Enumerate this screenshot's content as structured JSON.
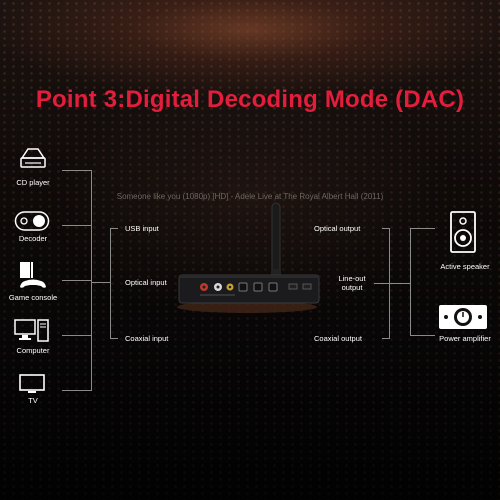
{
  "title": "Point 3:Digital Decoding Mode (DAC)",
  "caption": "Someone like you (1080p) [HD] - Adele Live at The Royal Albert Hall (2011)",
  "sources": [
    {
      "label": "CD player",
      "icon": "cd-player-icon"
    },
    {
      "label": "Decoder",
      "icon": "decoder-icon"
    },
    {
      "label": "Game console",
      "icon": "game-console-icon"
    },
    {
      "label": "Computer",
      "icon": "computer-icon"
    },
    {
      "label": "TV",
      "icon": "tv-icon"
    }
  ],
  "inputs": {
    "usb": "USB input",
    "optical": "Optical input",
    "coaxial": "Coaxial input"
  },
  "outputs": {
    "optical": "Optical output",
    "lineout": "Line-out output",
    "coaxial": "Coaxial output"
  },
  "targets": [
    {
      "label": "Active speaker",
      "icon": "speaker-icon"
    },
    {
      "label": "Power amplifier",
      "icon": "amplifier-icon"
    }
  ],
  "colors": {
    "accent": "#e31e3c",
    "line": "#8a8a8a"
  }
}
